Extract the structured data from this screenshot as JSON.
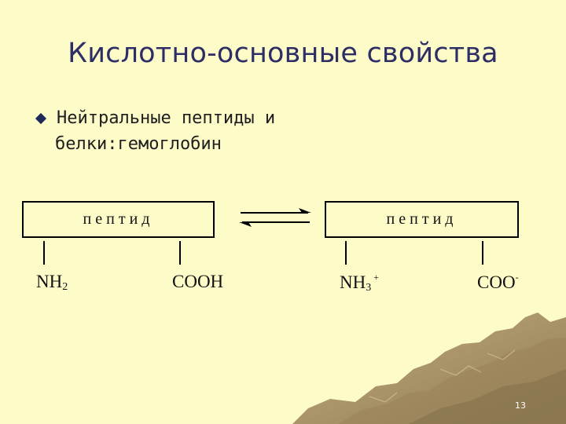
{
  "slide": {
    "title": "Кислотно-основные свойства",
    "bullet_line1": "Нейтральные пептиды и",
    "bullet_line2": "белки:гемоглобин",
    "number": "13"
  },
  "diagram": {
    "left_box": "пептид",
    "right_box": "пептид",
    "left_amino_base": "NH",
    "left_amino_sub": "2",
    "left_carboxyl": "COOH",
    "right_amino_base": "NH",
    "right_amino_sub": "3",
    "right_amino_charge": "+",
    "right_carboxyl_base": "COO",
    "right_carboxyl_charge": "-"
  },
  "colors": {
    "background": "#fdfbc8",
    "title": "#2e2e66",
    "mountain": "#a8946a"
  }
}
